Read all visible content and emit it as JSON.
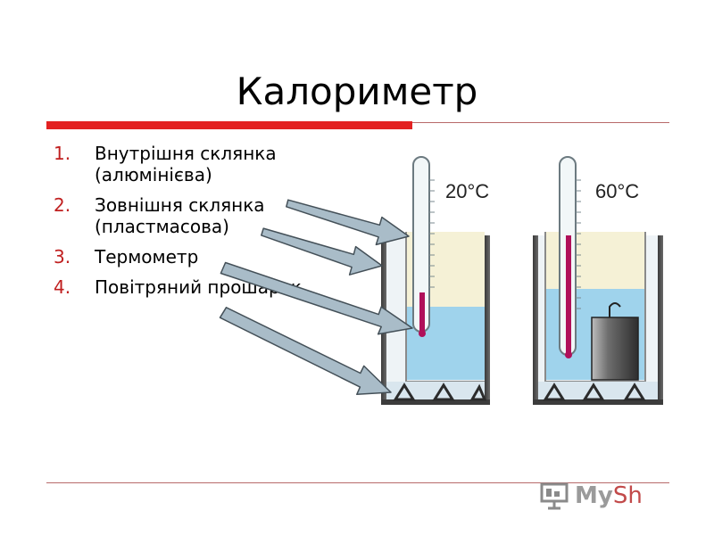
{
  "slide": {
    "title": "Калориметр",
    "items": [
      {
        "num": "1.",
        "label": "Внутрішня склянка (алюмінієва)"
      },
      {
        "num": "2.",
        "label": "Зовнішня склянка (пластмасова)"
      },
      {
        "num": "3.",
        "label": "Термометр"
      },
      {
        "num": "4.",
        "label": "Повітряний прошарок"
      }
    ]
  },
  "figure": {
    "left_temp": "20°C",
    "right_temp": "60°C"
  },
  "logo": {
    "text_a": "My",
    "text_b": "Sh"
  },
  "colors": {
    "accent_red": "#e32222",
    "water": "#9fd3ec",
    "insulation": "#f5f1d6",
    "mercury": "#b0105a"
  }
}
